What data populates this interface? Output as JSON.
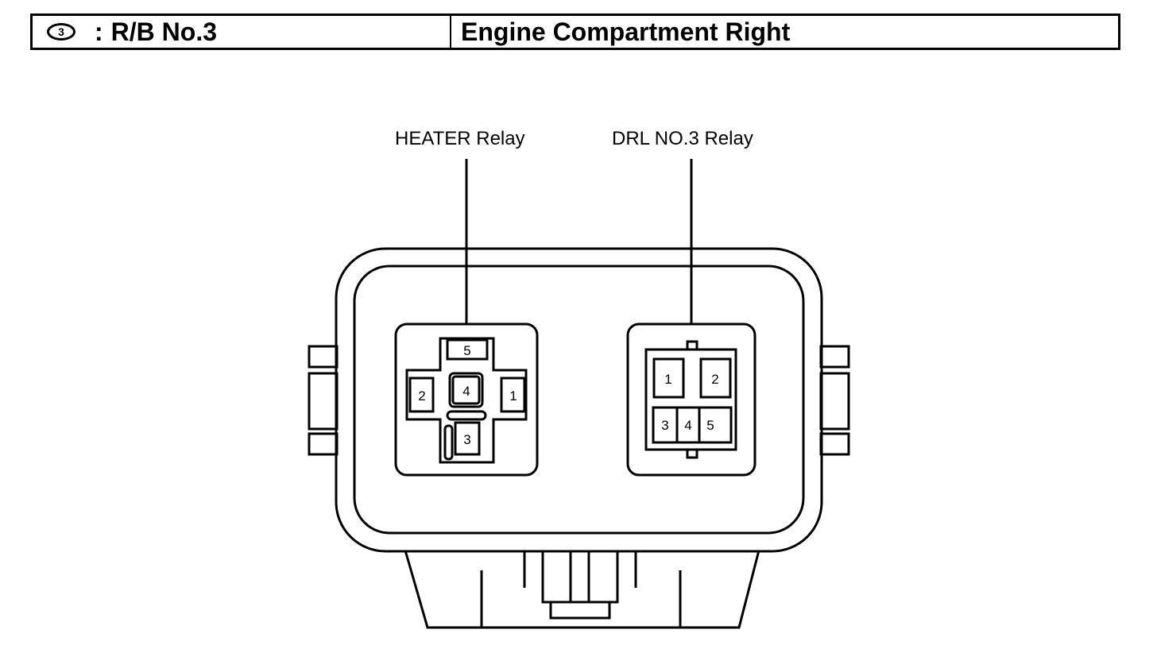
{
  "header": {
    "circle_number": "3",
    "separator": ":",
    "block_name": "R/B No.3",
    "location": "Engine Compartment Right"
  },
  "relays": [
    {
      "label": "HEATER Relay",
      "pins": [
        "1",
        "2",
        "3",
        "4",
        "5"
      ]
    },
    {
      "label": "DRL NO.3 Relay",
      "pins": [
        "1",
        "2",
        "3",
        "4",
        "5"
      ]
    }
  ]
}
